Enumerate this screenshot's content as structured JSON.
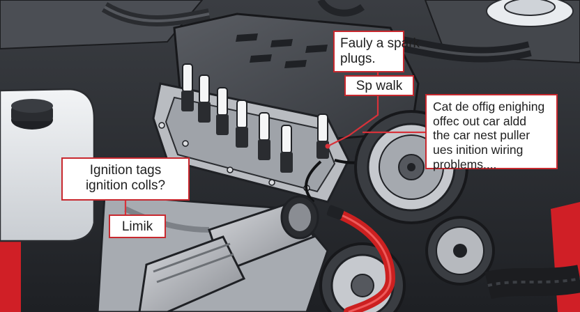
{
  "callouts": {
    "faulty_spark_plugs": {
      "line1": "Fauly a spark",
      "line2": "plugs."
    },
    "sp_walk": {
      "text": "Sp walk"
    },
    "car_description": {
      "line1": "Cat de offig enighing",
      "line2": "offec out car aldd",
      "line3": "the car nest puller",
      "line4": "ues inition wiring",
      "line5": "problems...."
    },
    "ignition_tags": {
      "line1": "Ignition tags",
      "line2": "ignition colls?"
    },
    "limik": {
      "text": "Limik"
    }
  },
  "colors": {
    "callout_border": "#c8282e",
    "leader_line": "#d8323a",
    "ignition_wire": "#cc2020",
    "car_body": "#d01f26"
  },
  "icons": [
    "spark-plug-icon",
    "ignition-wire",
    "pulley-wheel",
    "coolant-reservoir"
  ]
}
